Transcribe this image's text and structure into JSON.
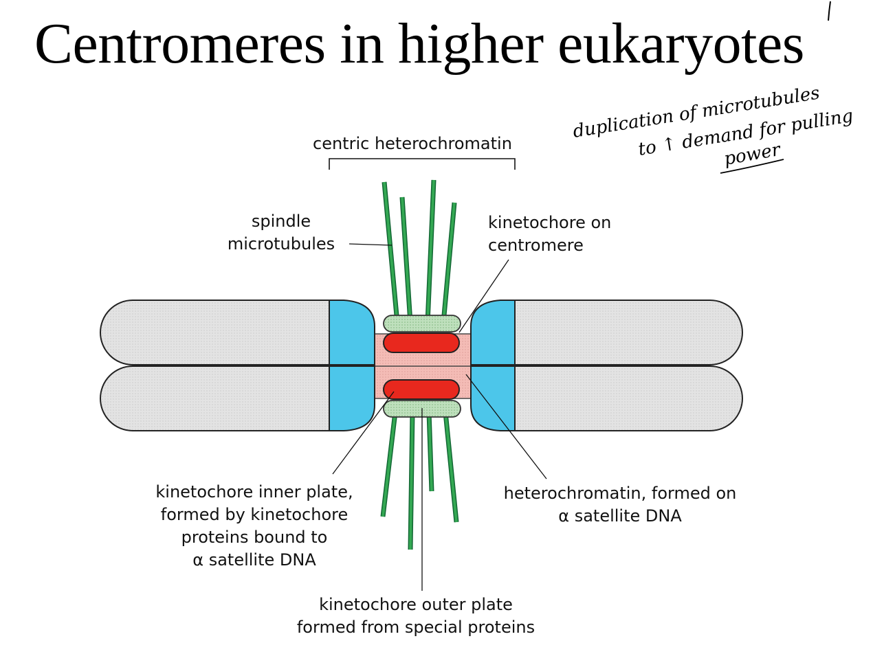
{
  "title": "Centromeres in higher eukaryotes",
  "handwritten_note": {
    "line1": "duplication of microtubules",
    "line2": "to ↑ demand for pulling",
    "line3": "power"
  },
  "labels": {
    "centric_heterochromatin": "centric heterochromatin",
    "spindle_microtubules": "spindle\nmicrotubules",
    "kinetochore_on_centromere": "kinetochore on\ncentromere",
    "kinetochore_inner_plate": "kinetochore inner plate,\nformed by kinetochore\nproteins bound to\nα satellite DNA",
    "heterochromatin_alpha": "heterochromatin, formed on\nα satellite DNA",
    "kinetochore_outer_plate": "kinetochore outer plate\nformed from special proteins"
  },
  "colors": {
    "chromatid_fill": "#e2e2e2",
    "centric_heterochromatin": "#4cc6ea",
    "centromere_core": "#f2b6b0",
    "inner_plate": "#e8281e",
    "outer_plate": "#b9dcb8",
    "microtubule": "#2a9a4a"
  }
}
